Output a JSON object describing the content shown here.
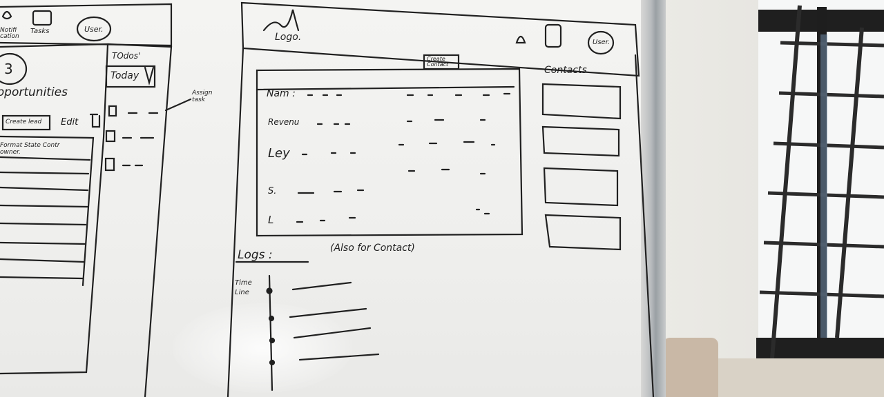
{
  "left_sketch": {
    "notification_label": "Notifi cation",
    "tasks_label": "Tasks",
    "user_label": "User.",
    "count_badge": "3",
    "opportunities_title": "Opportunities",
    "create_lead_button": "Create lead",
    "edit_label": "Edit",
    "table_header": "Format State Contr owner.",
    "todos_title": "TOdos'",
    "today_dropdown": "Today",
    "assign_task_note": "Assign task"
  },
  "main_sketch": {
    "logo_label": "Logo.",
    "user_label": "User.",
    "create_contact_button": "Create Contact",
    "fields": [
      "Nam :",
      "Revenu",
      "Ley",
      "S.",
      "L"
    ],
    "contacts_title": "Contacts",
    "logs_title": "Logs :",
    "logs_note": "(Also for Contact)",
    "timeline_label": "Time Line"
  },
  "colors": {
    "ink": "#202020",
    "board": "#f1f1ef",
    "window_bar": "#1d1d1d",
    "frame": "#a7abae"
  }
}
